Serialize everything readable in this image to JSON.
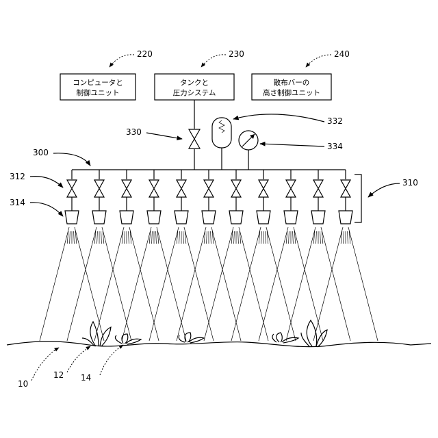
{
  "boxes": {
    "computer": {
      "ref": "220",
      "line1": "コンピュータと",
      "line2": "制御ユニット"
    },
    "tank": {
      "ref": "230",
      "line1": "タンクと",
      "line2": "圧力システム"
    },
    "height": {
      "ref": "240",
      "line1": "散布バーの",
      "line2": "高さ制御ユニット"
    }
  },
  "refs": {
    "main_valve": "330",
    "accumulator": "332",
    "gauge": "334",
    "boom": "300",
    "nozzle_valve": "312",
    "nozzle": "314",
    "assembly": "310",
    "ground": "10",
    "weed": "12",
    "crop": "14"
  },
  "nozzle_count": 11
}
